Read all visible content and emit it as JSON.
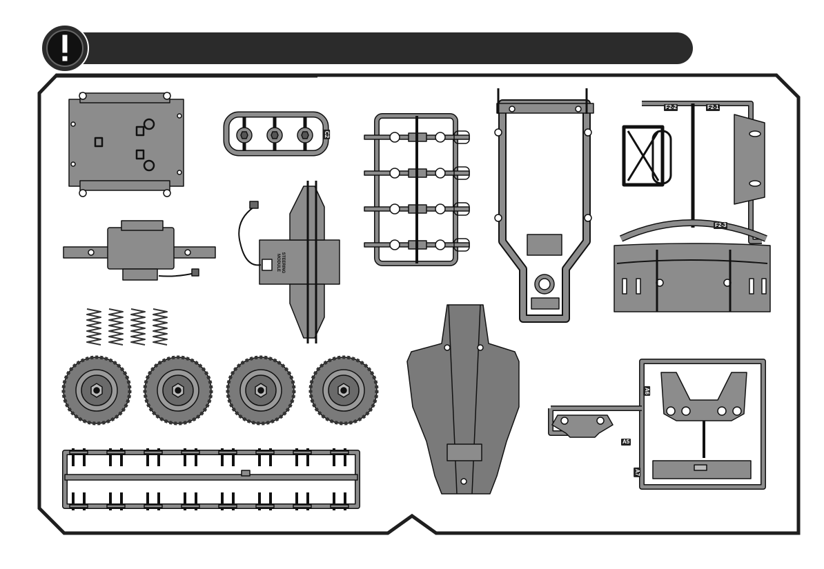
{
  "header": {
    "icon": "exclamation-icon",
    "title": ""
  },
  "labels": {
    "f2_2": "F2-2",
    "f2_1": "F2-1",
    "f2_3": "F2-3",
    "c2": "C2",
    "a5": "A5",
    "a6": "A6",
    "a7": "A7",
    "steering_line1": "STEERING",
    "steering_line2": "MODULE"
  },
  "colors": {
    "frame": "#1f1f1f",
    "part_fill": "#8c8c8c",
    "part_stroke": "#111111",
    "header_bar": "#2b2b2b"
  }
}
